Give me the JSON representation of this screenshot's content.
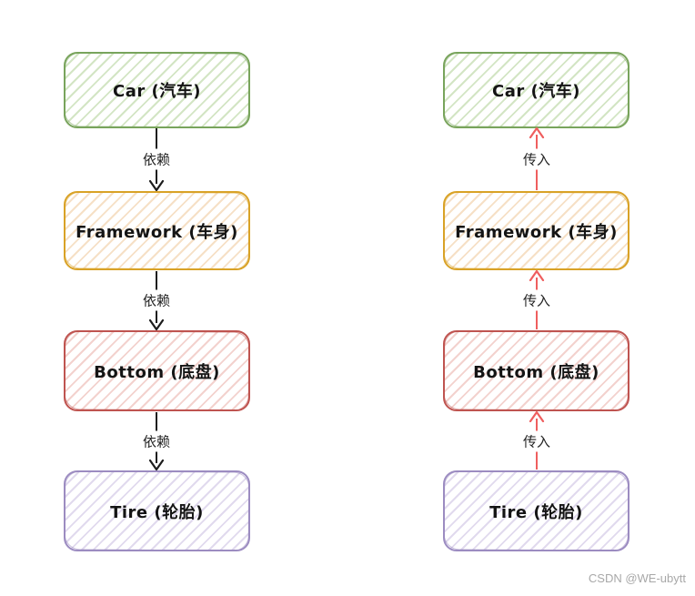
{
  "diagram": {
    "left": {
      "edge_label": "依赖",
      "arrow_direction": "down",
      "nodes": [
        {
          "label": "Car (汽车)"
        },
        {
          "label": "Framework (车身)"
        },
        {
          "label": "Bottom (底盘)"
        },
        {
          "label": "Tire (轮胎)"
        }
      ]
    },
    "right": {
      "edge_label": "传入",
      "arrow_direction": "up",
      "nodes": [
        {
          "label": "Car (汽车)"
        },
        {
          "label": "Framework (车身)"
        },
        {
          "label": "Bottom (底盘)"
        },
        {
          "label": "Tire (轮胎)"
        }
      ]
    },
    "colors": {
      "car_border": "#79a45c",
      "framework_border": "#d9a227",
      "bottom_border": "#bf5450",
      "tire_border": "#9c8cc1",
      "dependency_arrow": "#1c1c1c",
      "passin_arrow": "#ef5e5e"
    }
  },
  "watermark": "CSDN @WE-ubytt"
}
